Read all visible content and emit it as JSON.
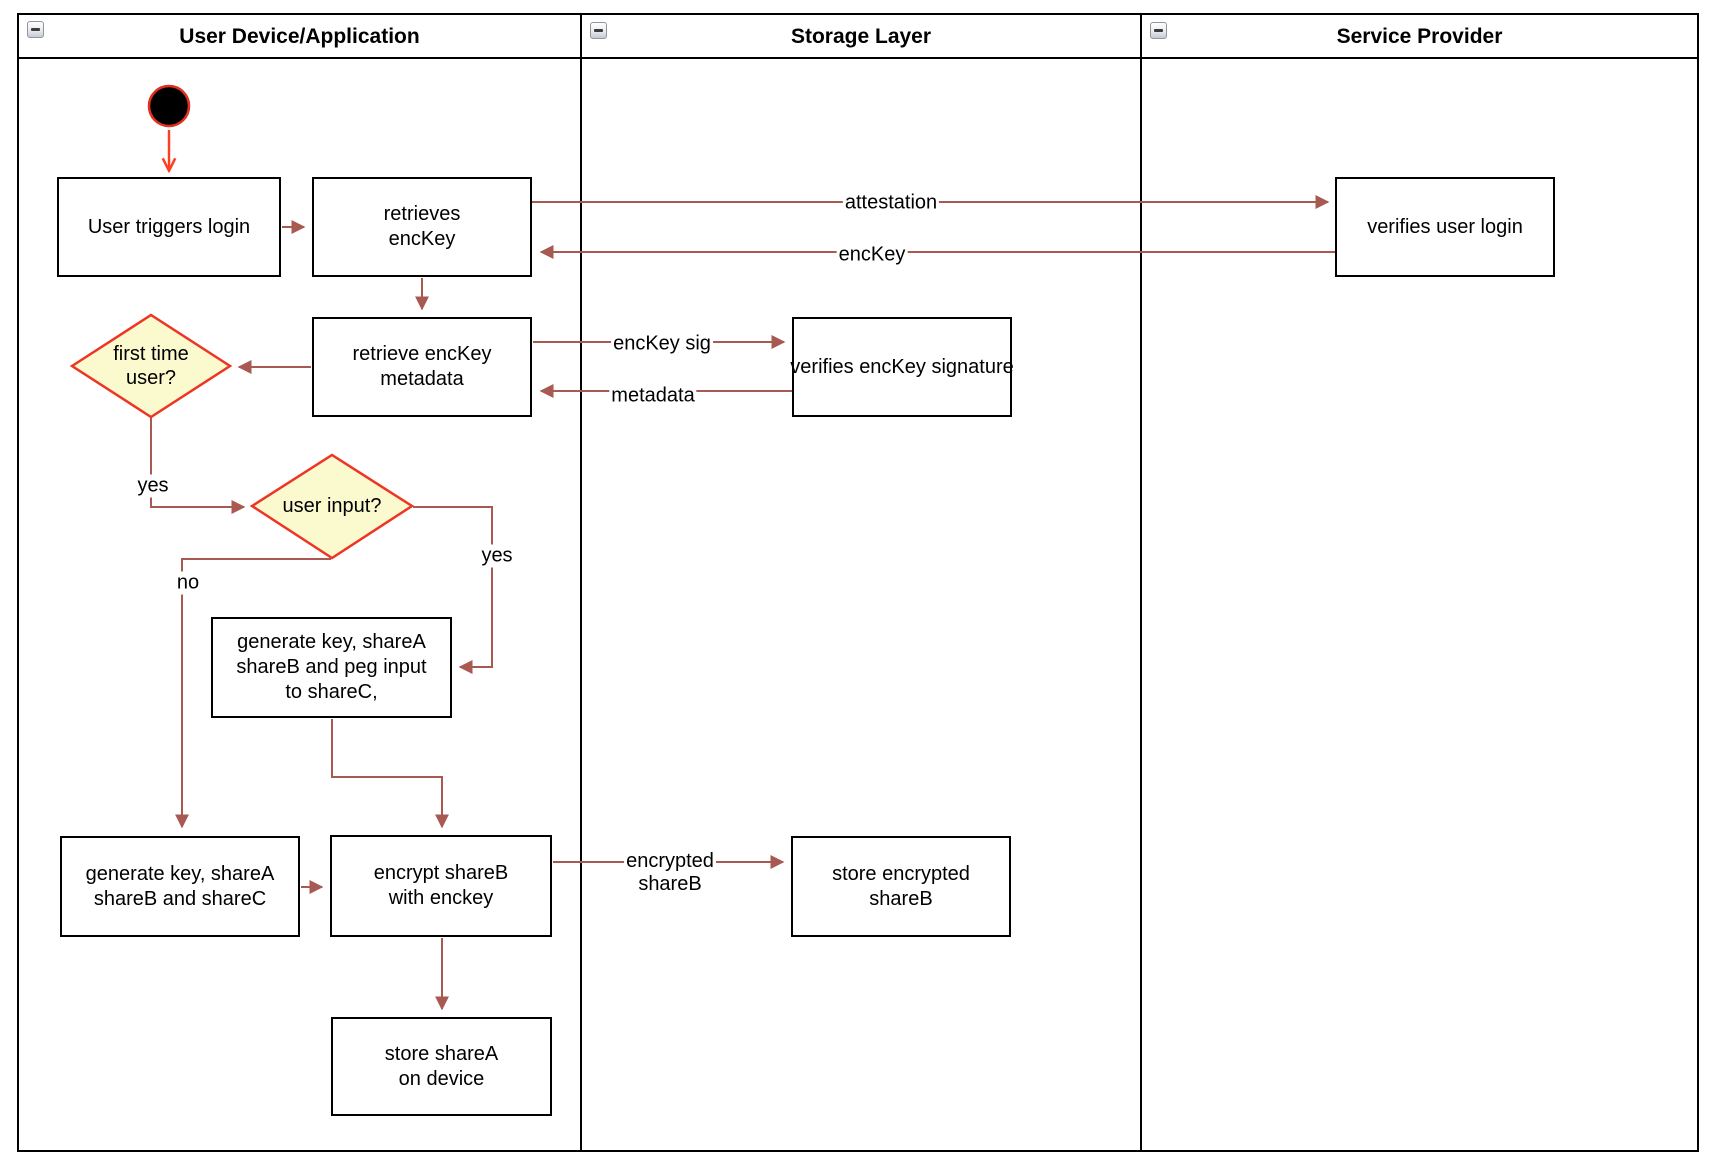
{
  "diagram": {
    "type": "swimlane-flowchart",
    "lanes": [
      {
        "id": "user-device",
        "label": "User Device/Application",
        "collapse_icon": "minus"
      },
      {
        "id": "storage-layer",
        "label": "Storage Layer",
        "collapse_icon": "minus"
      },
      {
        "id": "service-provider",
        "label": "Service Provider",
        "collapse_icon": "minus"
      }
    ],
    "nodes": {
      "user_triggers_login": {
        "label": "User triggers login",
        "shape": "rect",
        "lane": "user-device"
      },
      "retrieves_enckey": {
        "label": "retrieves\nencKey",
        "shape": "rect",
        "lane": "user-device"
      },
      "verifies_user_login": {
        "label": "verifies user login",
        "shape": "rect",
        "lane": "service-provider"
      },
      "retrieve_enckey_metadata": {
        "label": "retrieve encKey\nmetadata",
        "shape": "rect",
        "lane": "user-device"
      },
      "verifies_enckey_signature": {
        "label": "verifies encKey signature",
        "shape": "rect",
        "lane": "storage-layer"
      },
      "first_time_user": {
        "label": "first time\nuser?",
        "shape": "diamond",
        "lane": "user-device"
      },
      "user_input": {
        "label": "user input?",
        "shape": "diamond",
        "lane": "user-device"
      },
      "generate_key_peg": {
        "label": "generate key, shareA\nshareB and peg input\nto shareC,",
        "shape": "rect",
        "lane": "user-device"
      },
      "generate_key_shares": {
        "label": "generate key, shareA\nshareB and shareC",
        "shape": "rect",
        "lane": "user-device"
      },
      "encrypt_shareb": {
        "label": "encrypt shareB\nwith enckey",
        "shape": "rect",
        "lane": "user-device"
      },
      "store_encrypted_shareb": {
        "label": "store encrypted\nshareB",
        "shape": "rect",
        "lane": "storage-layer"
      },
      "store_sharea": {
        "label": "store shareA\non device",
        "shape": "rect",
        "lane": "user-device"
      },
      "start": {
        "label": "",
        "shape": "initial-state",
        "lane": "user-device"
      }
    },
    "edge_labels": {
      "attestation": "attestation",
      "enckey": "encKey",
      "enckey_sig": "encKey sig",
      "metadata": "metadata",
      "yes_first": "yes",
      "yes_input": "yes",
      "no_input": "no",
      "encrypted_shareb": "encrypted\nshareB"
    },
    "colors": {
      "edge": "#A85A52",
      "start_arrow": "#FF3D20",
      "start_ring": "#E03020",
      "start_fill": "#000000",
      "diamond_fill": "#FBF9CE",
      "diamond_border": "#EE3524",
      "node_border": "#000000",
      "lane_border": "#000000",
      "background": "#FFFFFF"
    }
  }
}
